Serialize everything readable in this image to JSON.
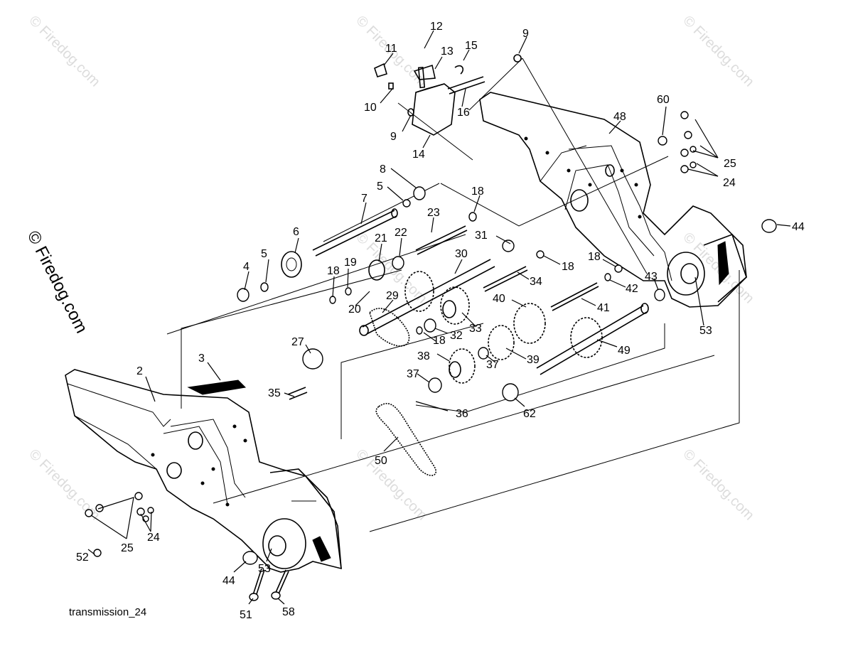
{
  "watermark": {
    "brand": "© Firedog.com",
    "side": "© Firedog.com"
  },
  "caption": "transmission_24",
  "callouts": [
    "12",
    "11",
    "13",
    "15",
    "9",
    "10",
    "16",
    "9",
    "14",
    "60",
    "48",
    "25",
    "24",
    "8",
    "5",
    "18",
    "7",
    "23",
    "6",
    "5",
    "21",
    "22",
    "31",
    "4",
    "18",
    "19",
    "30",
    "18",
    "34",
    "18",
    "42",
    "43",
    "53",
    "44",
    "20",
    "29",
    "40",
    "41",
    "32",
    "33",
    "27",
    "18",
    "38",
    "39",
    "37",
    "49",
    "2",
    "3",
    "37",
    "35",
    "62",
    "36",
    "50",
    "25",
    "24",
    "52",
    "44",
    "53",
    "51",
    "58"
  ]
}
